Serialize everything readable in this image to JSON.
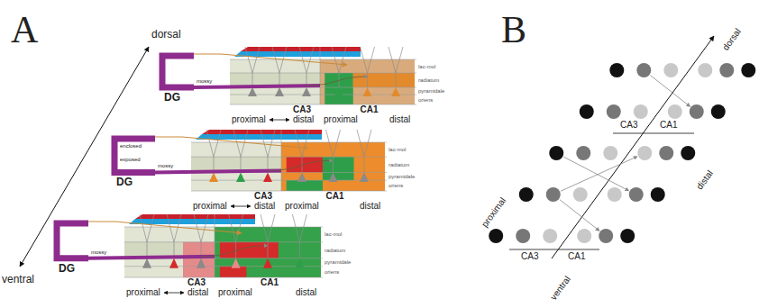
{
  "diagram": {
    "labels": [
      "A",
      "dorsal",
      "ventral",
      "DG",
      "mossy",
      "lac-mol",
      "radiatum",
      "pyramidale",
      "oriens",
      "proximal",
      "distal",
      "CA3",
      "proximal",
      "distal",
      "CA1",
      "enclosed",
      "exposed",
      "DG",
      "mossy",
      "lac-mol",
      "radiatum",
      "pyramidale",
      "oriens",
      "proximal",
      "distal",
      "CA3",
      "proximal",
      "distal",
      "CA1",
      "DG",
      "mossy",
      "lac-mol",
      "radiatum",
      "pyramidale",
      "oriens",
      "proximal",
      "distal",
      "CA3",
      "proximal",
      "distal",
      "CA1",
      "B",
      "dorsal",
      "CA3",
      "CA1",
      "proximal",
      "distal",
      "CA3",
      "CA1",
      "ventral"
    ]
  }
}
